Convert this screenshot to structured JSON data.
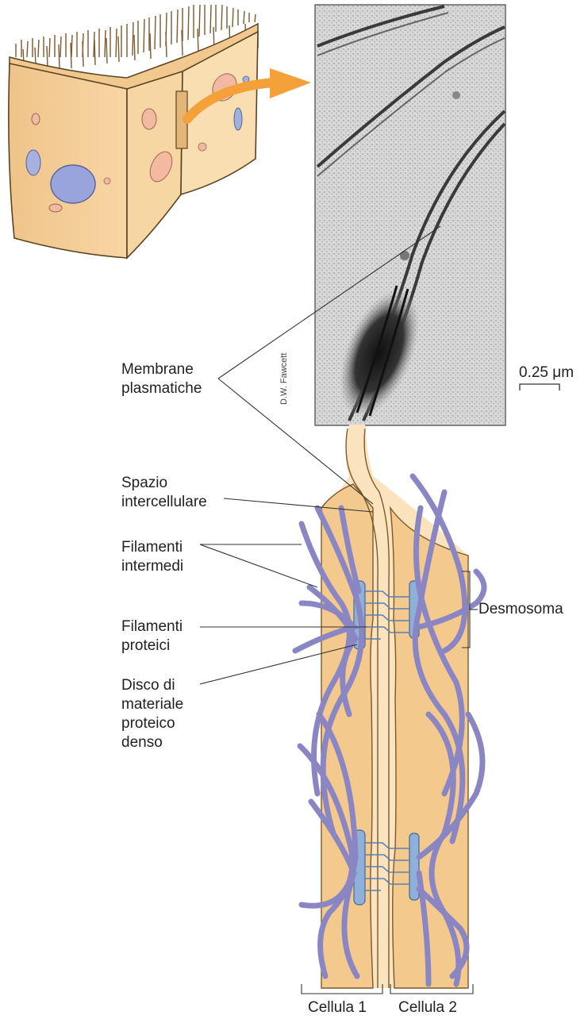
{
  "labels": {
    "membrane_line1": "Membrane",
    "membrane_line2": "plasmatiche",
    "space_line1": "Spazio",
    "space_line2": "intercellulare",
    "intermediate_line1": "Filamenti",
    "intermediate_line2": "intermedi",
    "proteic_line1": "Filamenti",
    "proteic_line2": "proteici",
    "disc_line1": "Disco di",
    "disc_line2": "materiale",
    "disc_line3": "proteico",
    "disc_line4": "denso",
    "desmosome": "Desmosoma",
    "scale_bar": "0.25 μm",
    "cell_1": "Cellula 1",
    "cell_2": "Cellula 2",
    "credit": "D.W. Fawcett"
  },
  "colors": {
    "cell_body": "#f3c98e",
    "cell_light": "#fbe3bd",
    "filament": "#8a86c4",
    "filament_dark": "#5e5a9a",
    "plaque": "#8fb0d8",
    "arrow": "#f5a13a",
    "micrograph_bg": "#d6d6d6",
    "leader_line": "#333333"
  }
}
